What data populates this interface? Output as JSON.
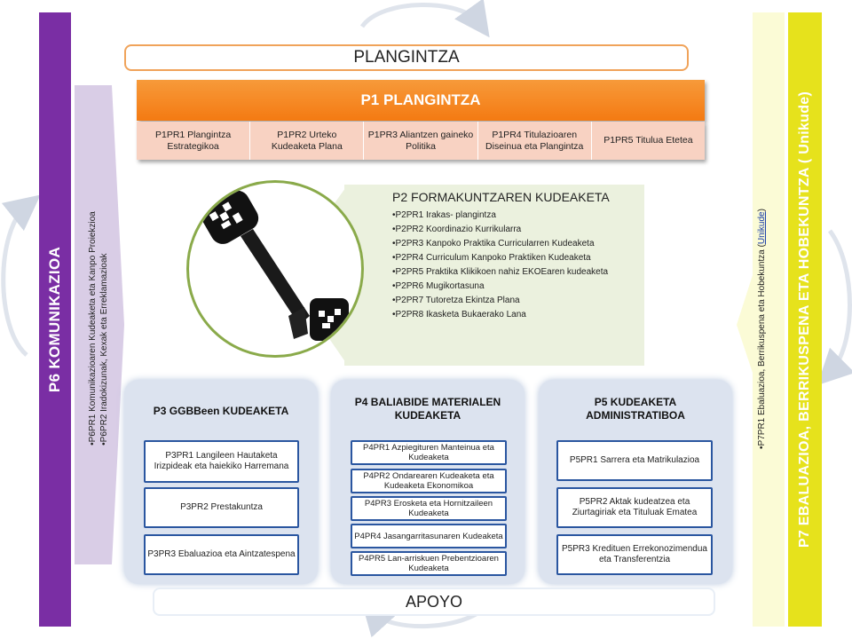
{
  "top": {
    "title": "PLANGINTZA"
  },
  "p1": {
    "title": "P1 PLANGINTZA",
    "cells": [
      "P1PR1 Plangintza Estrategikoa",
      "P1PR2 Urteko Kudeaketa Plana",
      "P1PR3 Aliantzen gaineko Politika",
      "P1PR4 Titulazioaren Diseinua eta Plangintza",
      "P1PR5 Titulua Etetea"
    ]
  },
  "p2": {
    "title": "P2 FORMAKUNTZAREN KUDEAKETA",
    "items": [
      "•P2PR1 Irakas- plangintza",
      "•P2PR2 Koordinazio Kurrikularra",
      "•P2PR3 Kanpoko Praktika Curricularren Kudeaketa",
      "•P2PR4 Curriculum Kanpoko Praktiken Kudeaketa",
      "•P2PR5 Praktika Klikikoen nahiz EKOEaren kudeaketa",
      "•P2PR6 Mugikortasuna",
      "•P2PR7 Tutoretza Ekintza Plana",
      "•P2PR8 Ikasketa Bukaerako Lana"
    ]
  },
  "p3": {
    "title": "P3 GGBBeen KUDEAKETA",
    "items": [
      "P3PR1 Langileen Hautaketa Irizpideak eta haiekiko Harremana",
      "P3PR2 Prestakuntza",
      "P3PR3 Ebaluazioa eta Aintzatespena"
    ]
  },
  "p4": {
    "title": "P4 BALIABIDE MATERIALEN KUDEAKETA",
    "items": [
      "P4PR1 Azpiegituren Manteinua eta Kudeaketa",
      "P4PR2 Ondarearen Kudeaketa eta Kudeaketa Ekonomikoa",
      "P4PR3 Erosketa eta Hornitzaileen Kudeaketa",
      "P4PR4 Jasangarritasunaren Kudeaketa",
      "P4PR5 Lan-arriskuen Prebentzioaren Kudeaketa"
    ]
  },
  "p5": {
    "title": "P5 KUDEAKETA ADMINISTRATIBOA",
    "items": [
      "P5PR1 Sarrera eta Matrikulazioa",
      "P5PR2 Aktak kudeatzea eta Ziurtagiriak eta Tituluak Ematea",
      "P5PR3 Kredituen Errekonozimendua eta Transferentzia"
    ]
  },
  "p6": {
    "title": "P6 KOMUNIKAZIOA",
    "items": [
      "•P6PR1 Komunikazioaren Kudeaketa eta Kanpo Proiekzioa",
      "•P6PR2 Iradokizunak, Kexak eta Erreklamazioak"
    ]
  },
  "p7": {
    "title": "P7 EBALUAZIOA, BERRIKUSPENA ETA HOBEKUNTZA ( Unikude)",
    "item_prefix": "•P7PR1 Ebaluazioa, Berrikuspena eta Hobekuntza (",
    "item_link": "Unikude",
    "item_suffix": ")"
  },
  "bottom": {
    "title": "APOYO"
  },
  "colors": {
    "p1": "#f47a12",
    "p6": "#7a2ea4",
    "p7": "#e6e21c",
    "p2": "#ebf1de",
    "box_border": "#2a56a0"
  }
}
